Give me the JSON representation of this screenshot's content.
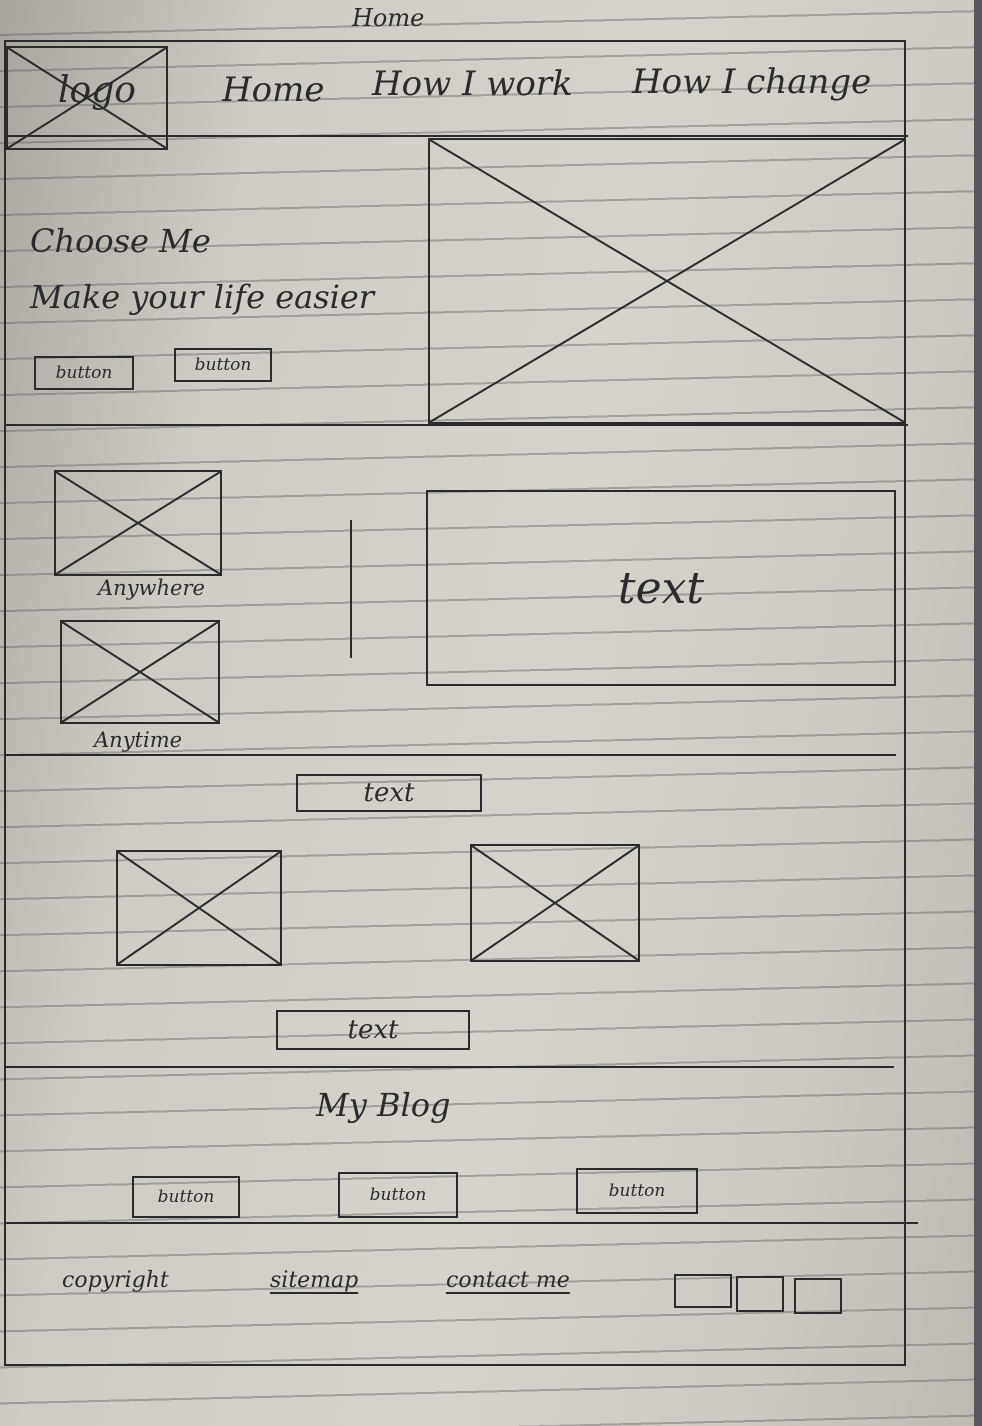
{
  "sketch": {
    "page_title": "Home",
    "header": {
      "logo": "logo",
      "nav": [
        "Home",
        "How I work",
        "How I change"
      ]
    },
    "hero": {
      "heading": "Choose Me",
      "tagline": "Make your life easier",
      "buttons": [
        "button",
        "button"
      ]
    },
    "features": {
      "captions": [
        "Anywhere",
        "Anytime"
      ],
      "text_panel": "text"
    },
    "gallery": {
      "top_text": "text",
      "bottom_text": "text"
    },
    "blog": {
      "title": "My Blog",
      "buttons": [
        "button",
        "button",
        "button"
      ]
    },
    "footer": {
      "copyright": "copyright",
      "sitemap": "sitemap",
      "contact": "contact me"
    }
  }
}
